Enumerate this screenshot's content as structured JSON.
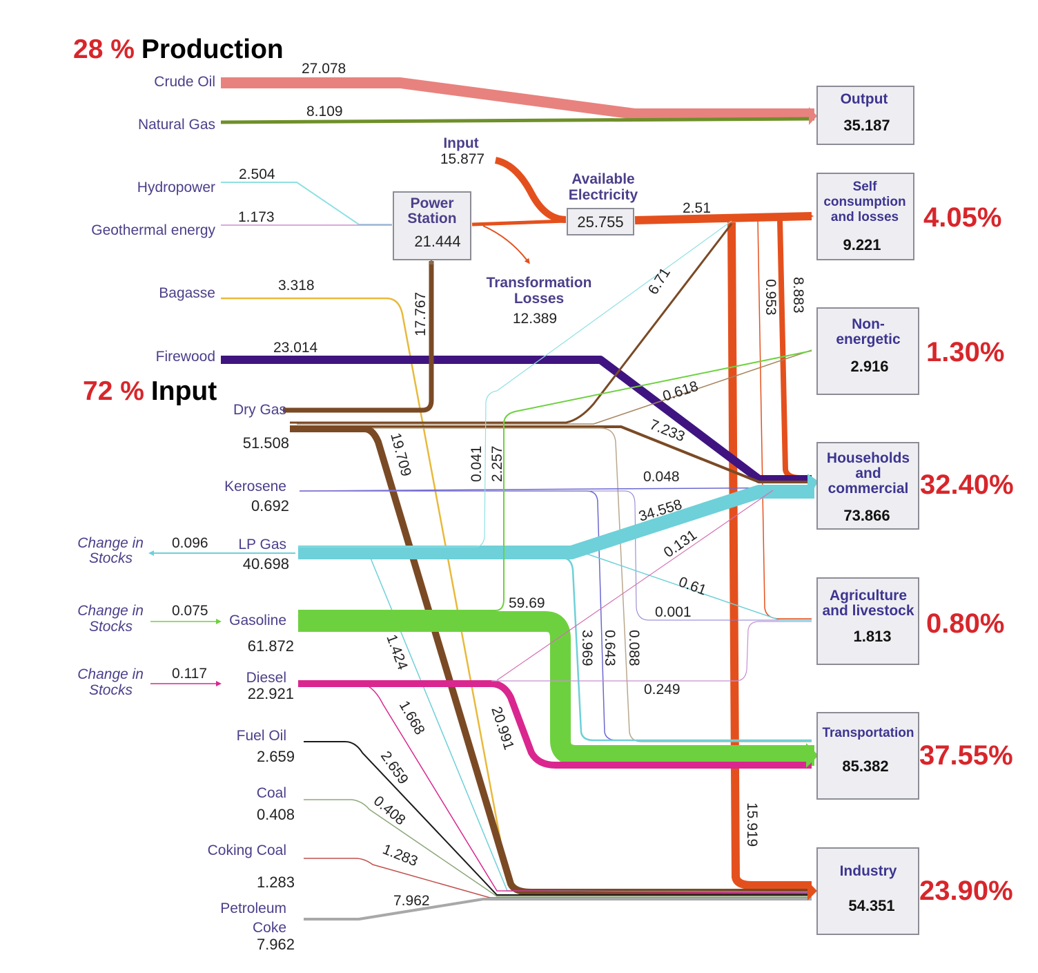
{
  "headings": {
    "production_pct": "28 %",
    "production_label": "Production",
    "input_pct": "72 %",
    "input_label": "Input"
  },
  "sources": {
    "crude_oil": {
      "label": "Crude Oil",
      "flow_value": "27.078"
    },
    "natural_gas": {
      "label": "Natural Gas",
      "flow_value": "8.109"
    },
    "hydropower": {
      "label": "Hydropower",
      "flow_value": "2.504"
    },
    "geothermal": {
      "label": "Geothermal energy",
      "flow_value": "1.173"
    },
    "bagasse": {
      "label": "Bagasse",
      "flow_value": "3.318"
    },
    "firewood": {
      "label": "Firewood",
      "flow_value": "23.014"
    },
    "dry_gas": {
      "label": "Dry Gas",
      "value": "51.508"
    },
    "kerosene": {
      "label": "Kerosene",
      "value": "0.692"
    },
    "lp_gas": {
      "label": "LP Gas",
      "value": "40.698"
    },
    "gasoline": {
      "label": "Gasoline",
      "value": "61.872"
    },
    "diesel": {
      "label": "Diesel",
      "value": "22.921"
    },
    "fuel_oil": {
      "label": "Fuel Oil",
      "value": "2.659"
    },
    "coal": {
      "label": "Coal",
      "value": "0.408"
    },
    "coking_coal": {
      "label": "Coking Coal",
      "value": "1.283"
    },
    "petroleum_coke": {
      "label_line1": "Petroleum",
      "label_line2": "Coke",
      "value": "7.962"
    }
  },
  "stock_changes": [
    {
      "line1": "Change in",
      "line2": "Stocks",
      "value": "0.096"
    },
    {
      "line1": "Change in",
      "line2": "Stocks",
      "value": "0.075"
    },
    {
      "line1": "Change in",
      "line2": "Stocks",
      "value": "0.117"
    }
  ],
  "intermediate": {
    "power_station": {
      "line1": "Power",
      "line2": "Station",
      "value": "21.444"
    },
    "input": {
      "label": "Input",
      "value": "15.877"
    },
    "available_electricity": {
      "line1": "Available",
      "line2": "Electricity",
      "value": "25.755"
    },
    "transformation_losses": {
      "line1": "Transformation",
      "line2": "Losses",
      "value": "12.389"
    }
  },
  "flow_labels": {
    "dry_gas_to_power": "17.767",
    "elec_to_self": "2.51",
    "drygas_to_self": "6.71",
    "drygas_to_nonenergetic": "0.618",
    "drygas_to_households": "7.233",
    "elec_to_nonenergetic": "0.953",
    "elec_to_households": "8.883",
    "drygas_to_industry": "19.709",
    "lpgas_to_self": "0.041",
    "gasoline_to_nonenergetic": "2.257",
    "kerosene_to_households": "0.048",
    "lpgas_to_households": "34.558",
    "diesel_to_households": "0.131",
    "lpgas_to_agriculture": "0.61",
    "kerosene_to_agriculture": "0.001",
    "gasoline_to_transport": "59.69",
    "lpgas_to_transport": "3.969",
    "kerosene_to_transport": "0.643",
    "drygas_to_transport": "0.088",
    "diesel_to_agriculture": "0.249",
    "lpgas_to_industry": "1.424",
    "diesel_to_industry": "1.668",
    "diesel_to_transport": "20.991",
    "fueloil_to_industry": "2.659",
    "coal_to_industry": "0.408",
    "cokingcoal_to_industry": "1.283",
    "petcoke_to_industry": "7.962",
    "elec_to_industry": "15.919"
  },
  "sinks": {
    "output": {
      "line1": "Output",
      "value": "35.187"
    },
    "self_consumption": {
      "line1": "Self",
      "line2": "consumption",
      "line3": "and losses",
      "value": "9.221",
      "pct": "4.05%"
    },
    "non_energetic": {
      "line1": "Non-",
      "line2": "energetic",
      "value": "2.916",
      "pct": "1.30%"
    },
    "households": {
      "line1": "Households",
      "line2": "and",
      "line3": "commercial",
      "value": "73.866",
      "pct": "32.40%"
    },
    "agriculture": {
      "line1": "Agriculture",
      "line2": "and livestock",
      "value": "1.813",
      "pct": "0.80%"
    },
    "transportation": {
      "line1": "Transportation",
      "value": "85.382",
      "pct": "37.55%"
    },
    "industry": {
      "line1": "Industry",
      "value": "54.351",
      "pct": "23.90%"
    }
  },
  "colors": {
    "crude_oil": "#e8827e",
    "natural_gas": "#6f8f2a",
    "electricity": "#e4501d",
    "dry_gas": "#7a4a25",
    "firewood": "#3f1480",
    "lp_gas": "#6ed0d8",
    "gasoline": "#6dd13f",
    "diesel": "#d9278f",
    "bagasse": "#e8b93a",
    "hydropower": "#8fe0e3",
    "geothermal": "#c88fd0",
    "kerosene": "#6a67d0",
    "fuel_oil": "#1a1a1a",
    "coal": "#8ca87a",
    "coking_coal": "#c0504d",
    "petroleum_coke": "#a8a8a8",
    "percent_red": "#d7262b",
    "label_purple": "#4b3f8a"
  }
}
